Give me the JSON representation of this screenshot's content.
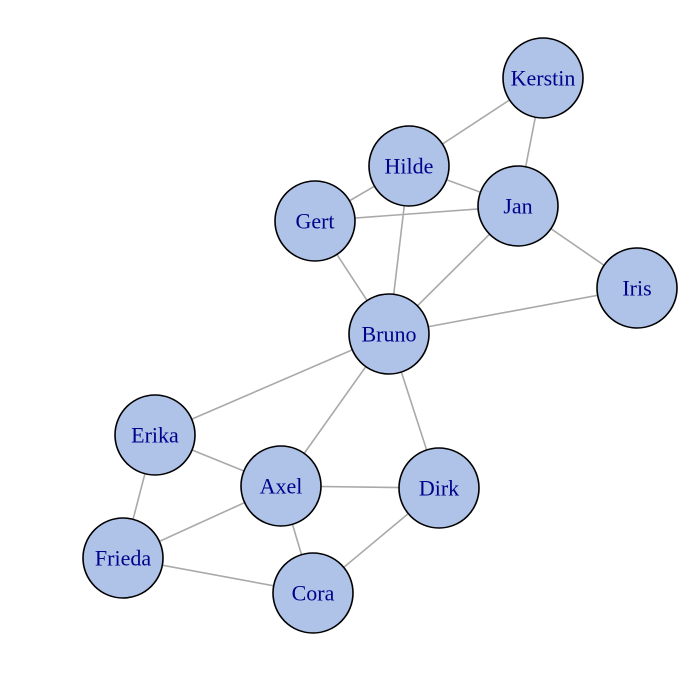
{
  "colors": {
    "node_fill": "#afc2e8",
    "node_stroke": "#000000",
    "edge": "#a9a9a9",
    "label": "#00008b"
  },
  "nodes": [
    {
      "id": "kerstin",
      "label": "Kerstin"
    },
    {
      "id": "hilde",
      "label": "Hilde"
    },
    {
      "id": "jan",
      "label": "Jan"
    },
    {
      "id": "gert",
      "label": "Gert"
    },
    {
      "id": "iris",
      "label": "Iris"
    },
    {
      "id": "bruno",
      "label": "Bruno"
    },
    {
      "id": "erika",
      "label": "Erika"
    },
    {
      "id": "axel",
      "label": "Axel"
    },
    {
      "id": "dirk",
      "label": "Dirk"
    },
    {
      "id": "frieda",
      "label": "Frieda"
    },
    {
      "id": "cora",
      "label": "Cora"
    }
  ],
  "edges": [
    [
      "hilde",
      "kerstin"
    ],
    [
      "jan",
      "kerstin"
    ],
    [
      "hilde",
      "gert"
    ],
    [
      "hilde",
      "jan"
    ],
    [
      "hilde",
      "bruno"
    ],
    [
      "gert",
      "jan"
    ],
    [
      "gert",
      "bruno"
    ],
    [
      "jan",
      "bruno"
    ],
    [
      "jan",
      "iris"
    ],
    [
      "bruno",
      "iris"
    ],
    [
      "bruno",
      "erika"
    ],
    [
      "bruno",
      "axel"
    ],
    [
      "bruno",
      "dirk"
    ],
    [
      "erika",
      "axel"
    ],
    [
      "erika",
      "frieda"
    ],
    [
      "axel",
      "frieda"
    ],
    [
      "axel",
      "dirk"
    ],
    [
      "axel",
      "cora"
    ],
    [
      "frieda",
      "cora"
    ],
    [
      "dirk",
      "cora"
    ]
  ]
}
